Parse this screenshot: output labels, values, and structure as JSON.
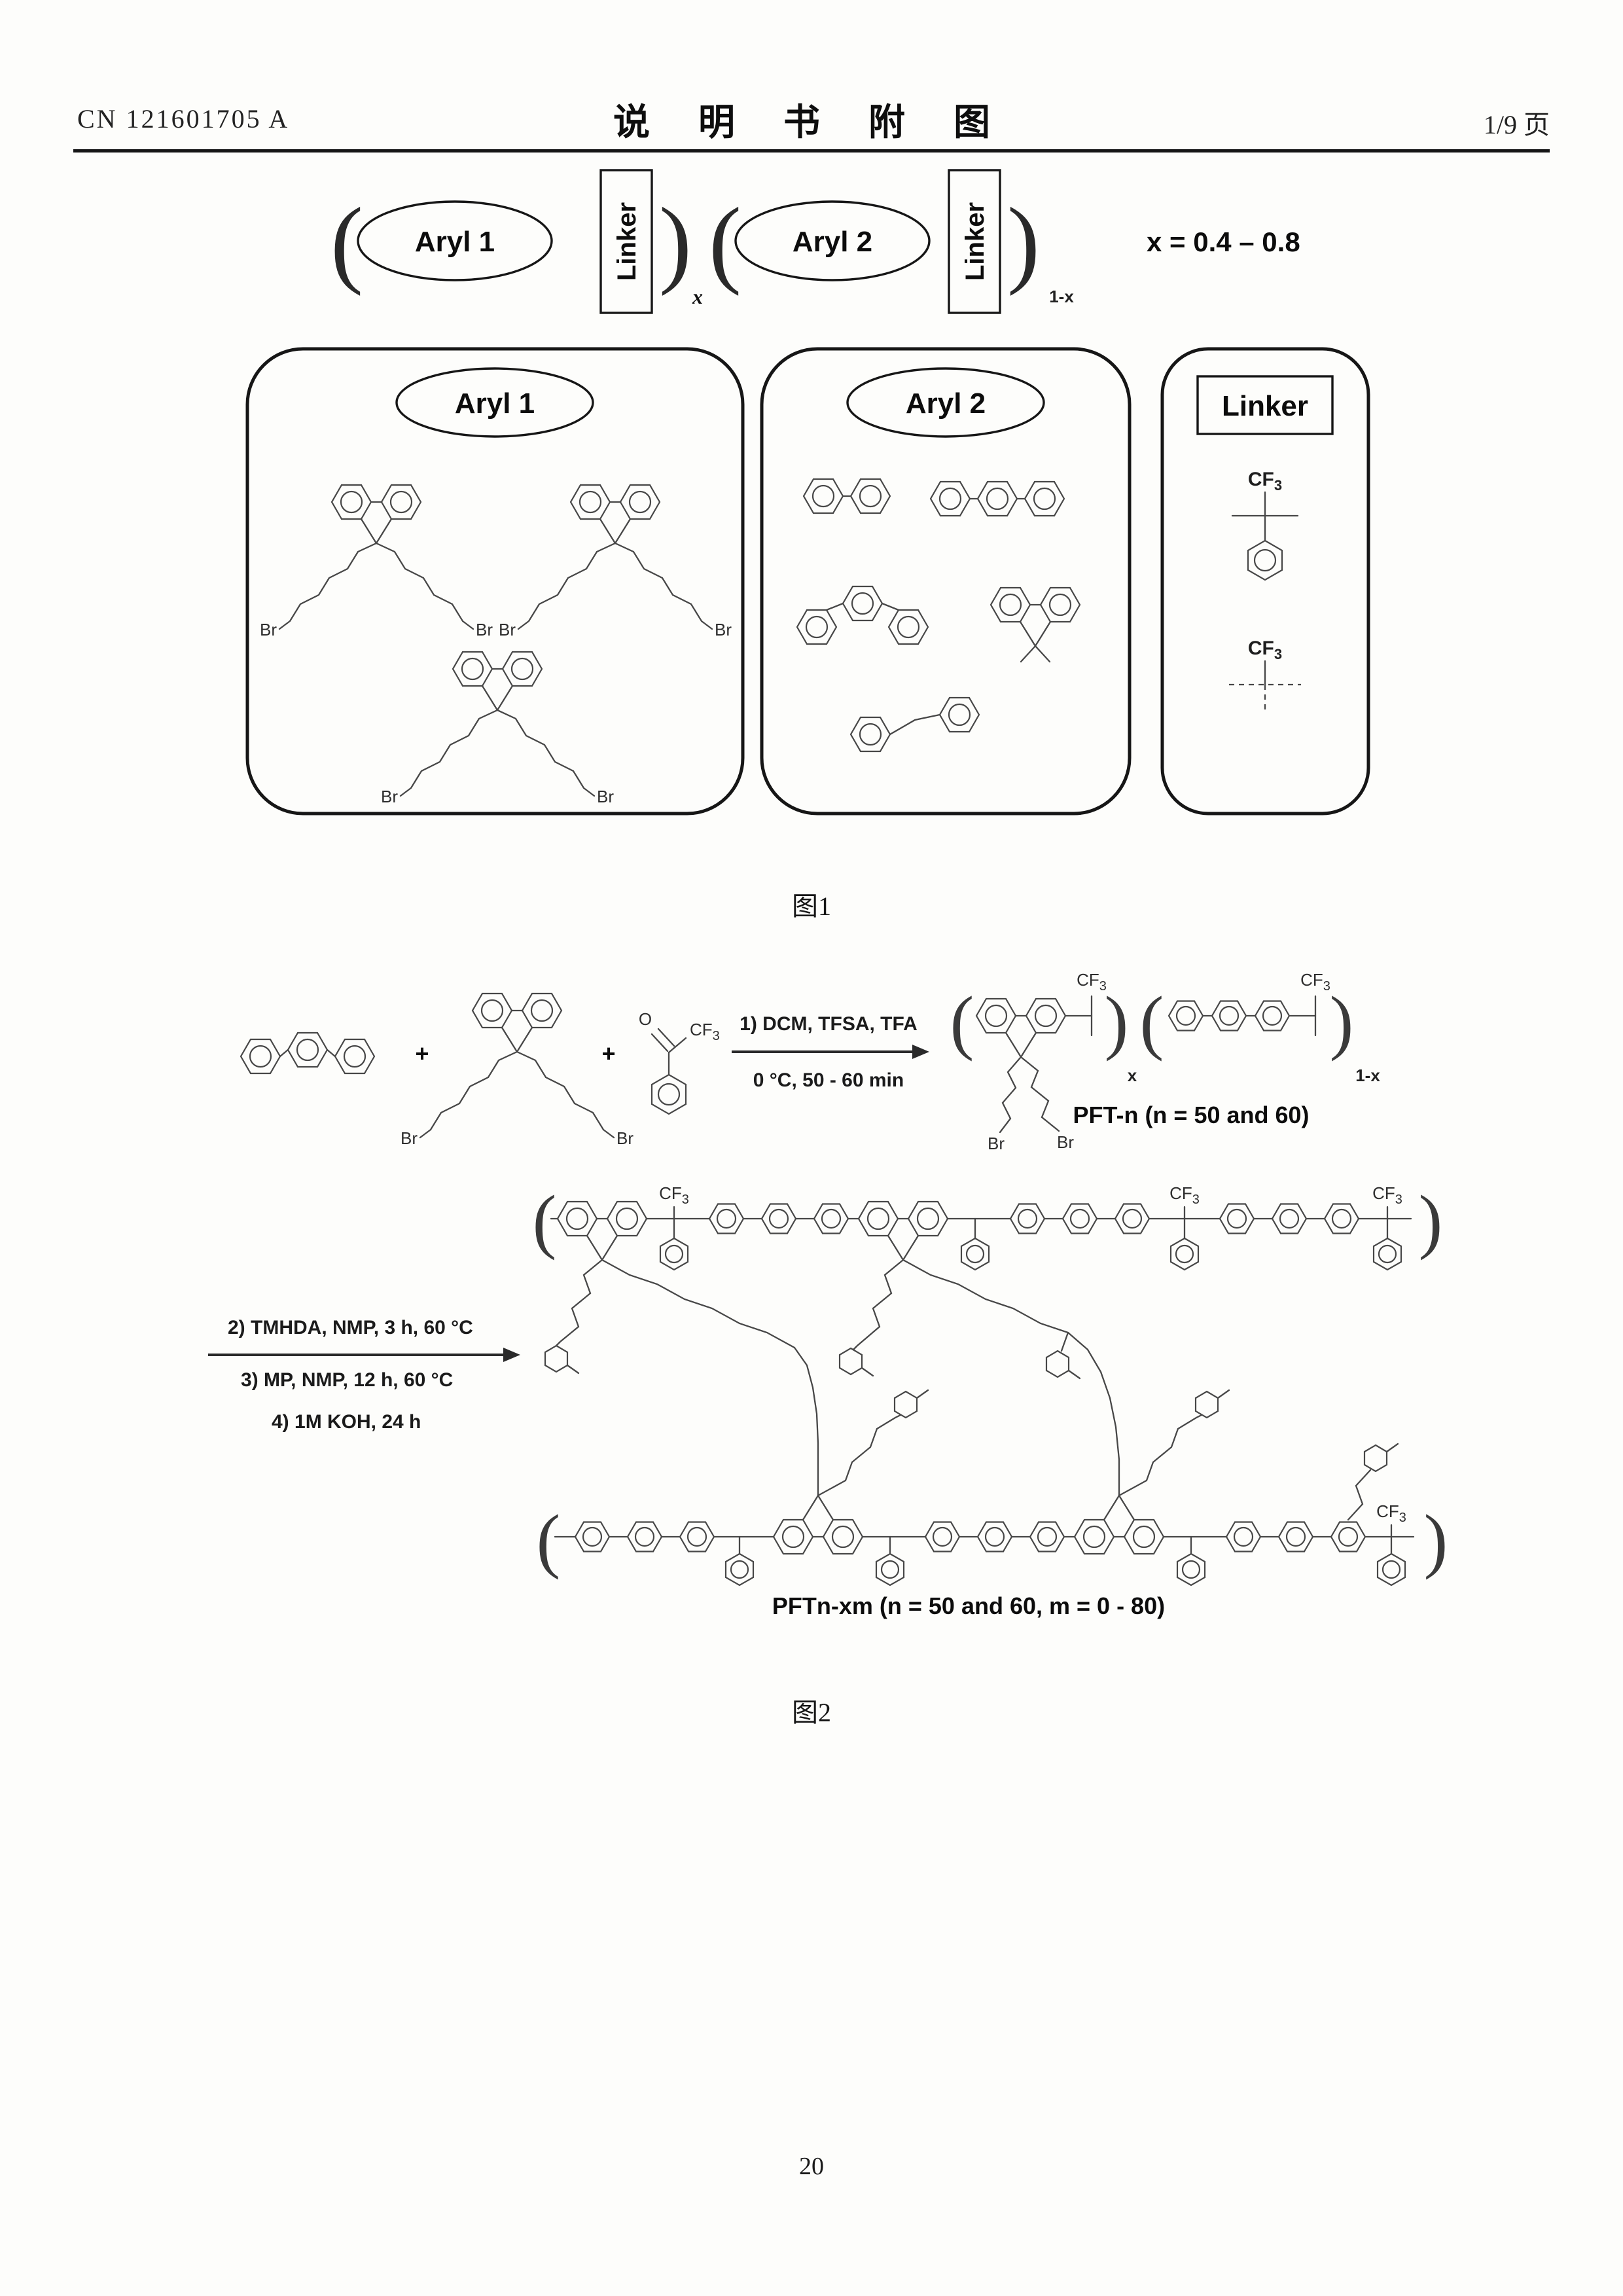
{
  "page": {
    "header": {
      "patent_no": "CN 121601705 A",
      "doc_title": "说 明 书 附 图",
      "page_info": "1/9 页"
    },
    "footer_page_number": "20"
  },
  "figure1": {
    "caption": "图1",
    "formula": {
      "aryl1": "Aryl 1",
      "aryl2": "Aryl 2",
      "linker": "Linker",
      "x_range": "x = 0.4 – 0.8"
    },
    "panels": {
      "aryl1_title": "Aryl 1",
      "aryl2_title": "Aryl 2",
      "linker_title": "Linker"
    }
  },
  "figure2": {
    "caption": "图2",
    "plus": "+",
    "step1": {
      "line1": "1) DCM, TFSA, TFA",
      "line2": "0 °C, 50 - 60 min"
    },
    "product1": {
      "name": "PFT-n",
      "detail": "(n = 50 and 60)"
    },
    "step2": {
      "line1": "2) TMHDA, NMP, 3 h, 60 °C",
      "line2": "3) MP, NMP, 12 h, 60 °C",
      "line3": "4) 1M KOH, 24 h"
    },
    "product2": {
      "name": "PFTn-xm",
      "detail": "(n = 50 and 60, m = 0 - 80)"
    }
  },
  "labels": {
    "br": "Br",
    "cf": "CF",
    "three": "3",
    "o": "O",
    "popen": "(",
    "pclose": ")",
    "sub_x": "x",
    "sub_1x": "1-x"
  }
}
